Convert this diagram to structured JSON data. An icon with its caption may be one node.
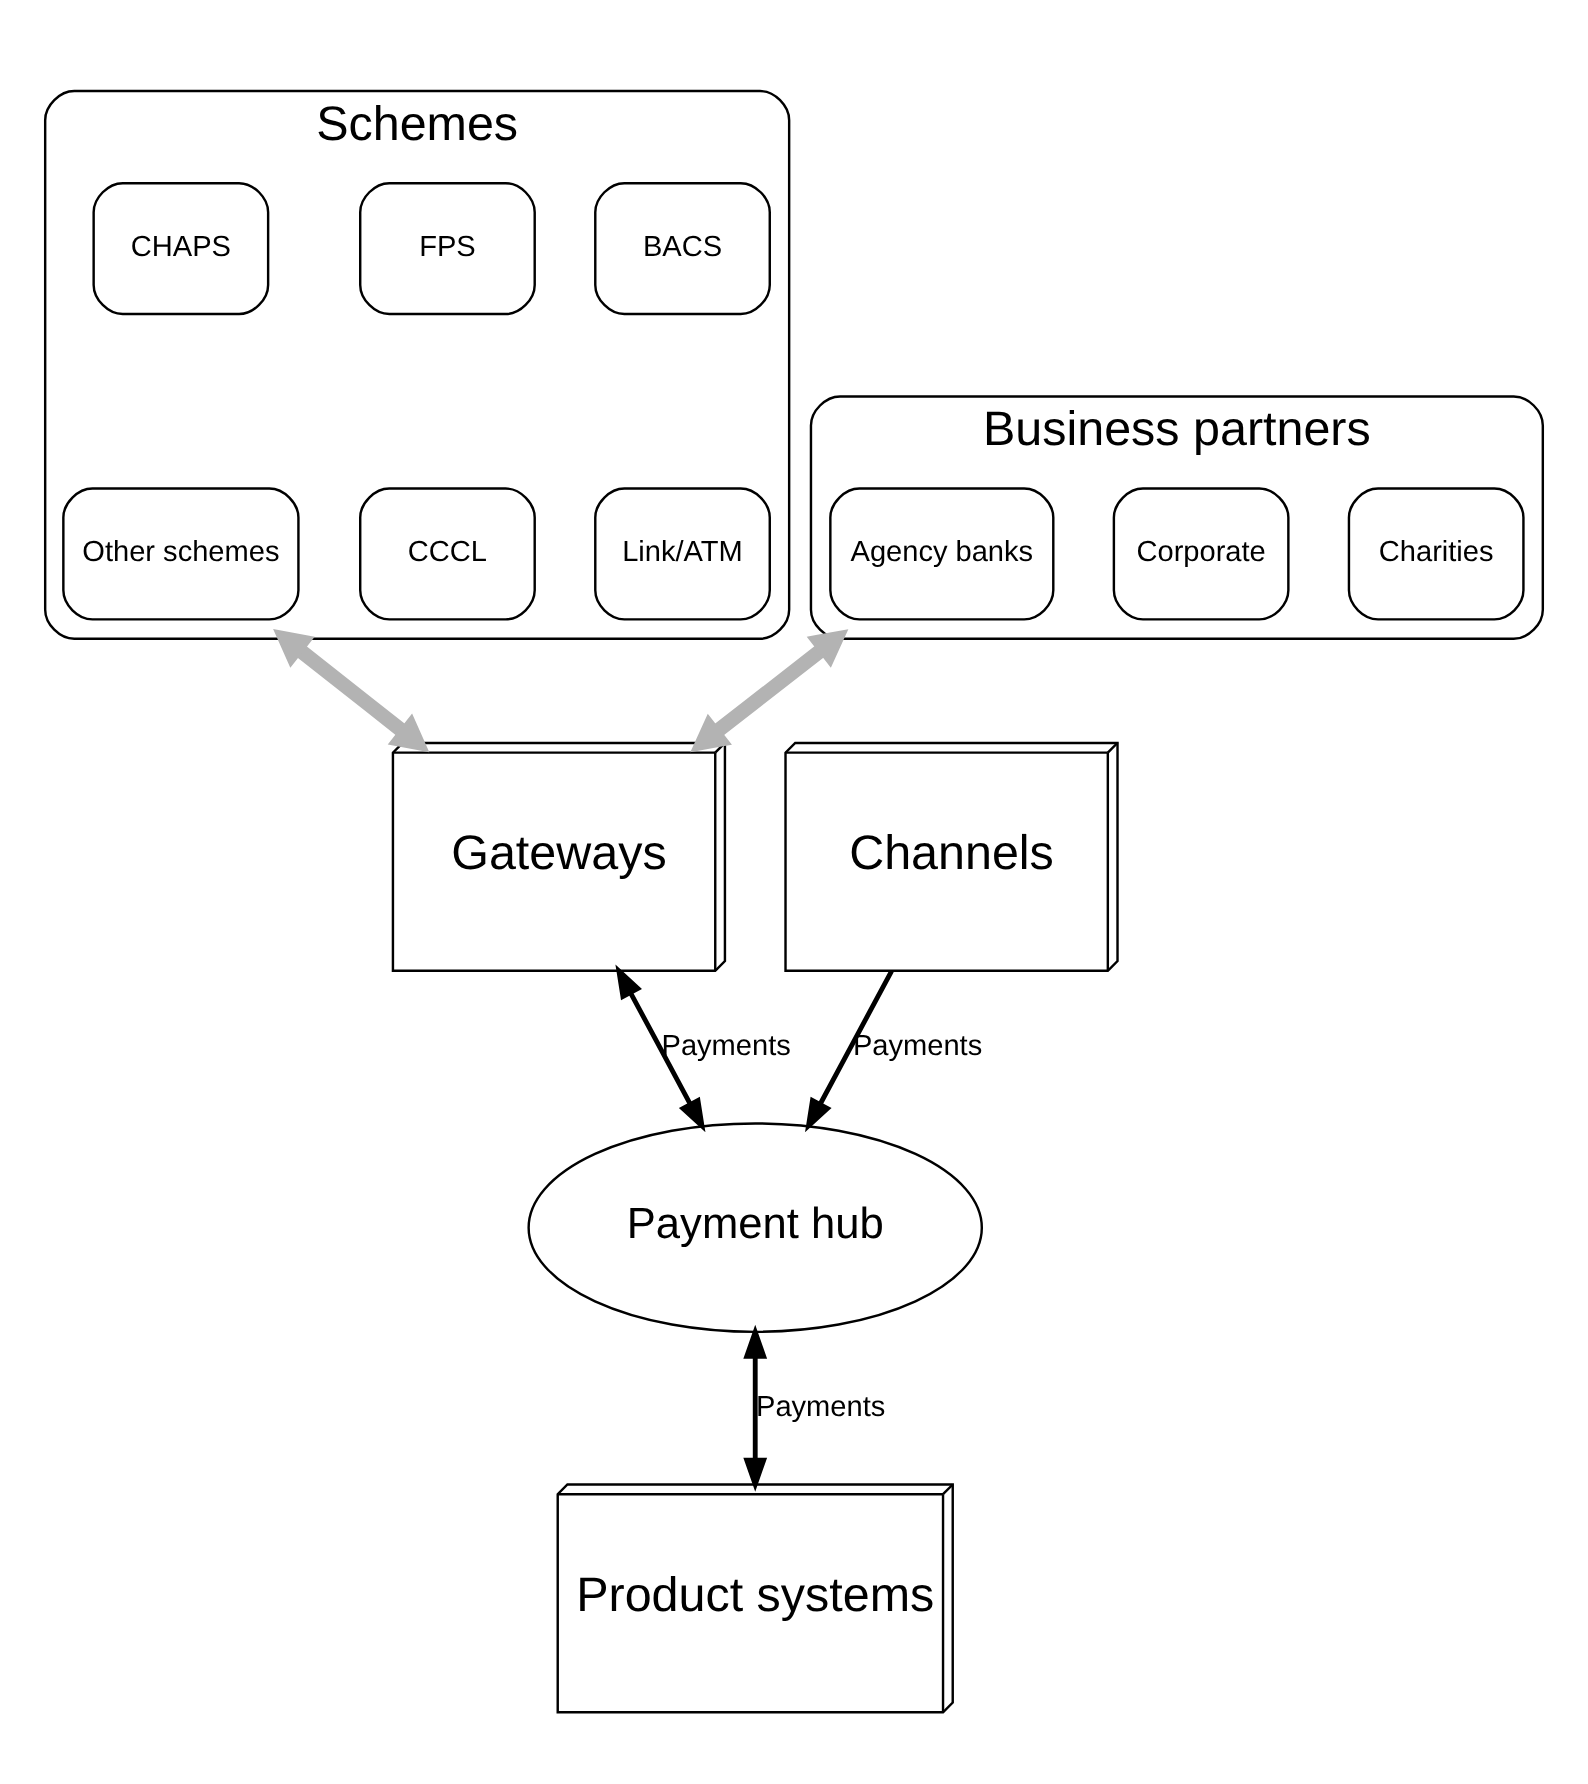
{
  "diagram": {
    "nodes": [
      {
        "text": [
          "Schemes"
        ]
      },
      {
        "text": [
          "BACS"
        ],
        "in": 0
      },
      {
        "text": [
          "FPS"
        ],
        "in": 0
      },
      {
        "text": [
          "CHAPS"
        ],
        "in": 0
      },
      {
        "text": [
          "Link/ATM"
        ],
        "in": 0
      },
      {
        "text": [
          "CCCL"
        ],
        "in": 0
      },
      {
        "text": [
          "Other schemes"
        ],
        "in": 0
      },
      {
        "text": [
          "Business partners"
        ]
      },
      {
        "text": [
          "Charities"
        ],
        "in": 7
      },
      {
        "text": [
          "Corporate"
        ],
        "in": 7
      },
      {
        "text": [
          "Agency banks"
        ],
        "in": 7
      },
      {
        "text": [
          "Gateways"
        ]
      },
      {
        "text": [
          "Channels"
        ]
      },
      {
        "text": [
          "Payment hub"
        ]
      },
      {
        "text": [
          "Product systems"
        ]
      }
    ],
    "edges": [
      {
        "from": 0,
        "to": 11,
        "arrow": "both",
        "style": "thick",
        "color": "#b3b3b3"
      },
      {
        "from": 7,
        "to": 11,
        "arrow": "both",
        "style": "thick",
        "color": "#b3b3b3"
      },
      {
        "from": 11,
        "to": 13,
        "arrow": "both",
        "label": "Payments"
      },
      {
        "from": 12,
        "to": 13,
        "arrow": "to",
        "label": "Payments"
      },
      {
        "from": 13,
        "to": 14,
        "arrow": "both",
        "label": "Payments"
      }
    ]
  }
}
